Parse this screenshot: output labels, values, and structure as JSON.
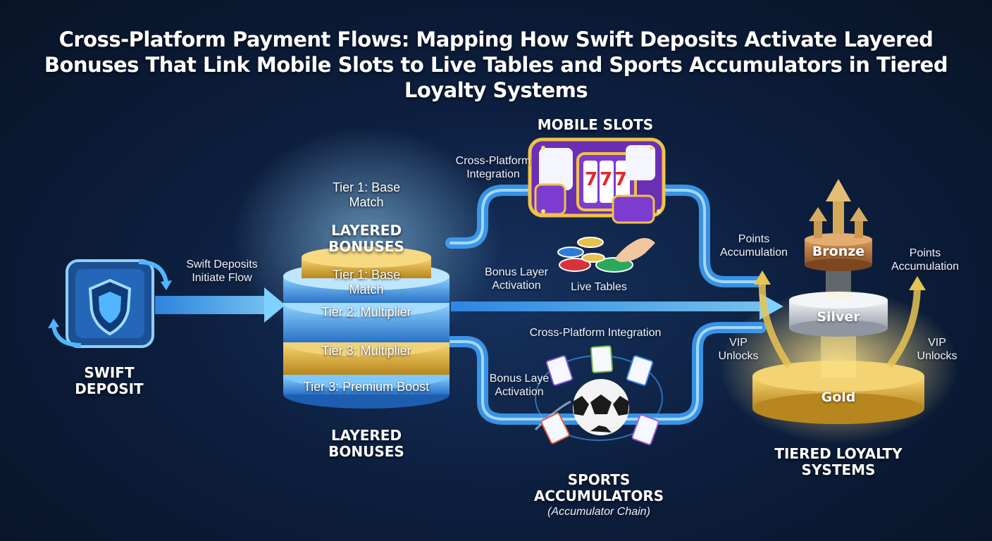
{
  "title": "Cross-Platform Payment Flows: Mapping How Swift Deposits Activate Layered Bonuses That Link Mobile Slots to Live Tables and Sports Accumulators in Tiered Loyalty Systems",
  "deposit": {
    "heading": "SWIFT DEPOSIT",
    "flow_label": "Swift Deposits Initiate Flow",
    "icon": "shield-icon"
  },
  "bonuses": {
    "heading_top": "LAYERED BONUSES",
    "heading_bottom": "LAYERED BONUSES",
    "tier_above": "Tier 1: Base Match",
    "layers": [
      {
        "label": "Tier 1: Base Match",
        "color": "#d8b248"
      },
      {
        "label": "Tier 2: Multiplier",
        "color": "#3f9fe4"
      },
      {
        "label": "Tier 3: Multiplier",
        "color": "#d8b248"
      },
      {
        "label": "Tier 3: Premium Boost",
        "color": "#3f9fe4"
      }
    ]
  },
  "slots": {
    "heading": "MOBILE SLOTS",
    "integration_label": "Cross-Platform Integration",
    "reel_digit": "7"
  },
  "live_tables": {
    "label": "Live Tables",
    "activation_label": "Bonus Layer Activation"
  },
  "sports": {
    "heading": "SPORTS ACCUMULATORS",
    "subheading": "(Accumulator Chain)",
    "integration_label": "Cross-Platform Integration",
    "activation_label": "Bonus Laye Activation"
  },
  "loyalty": {
    "heading": "TIERED LOYALTY SYSTEMS",
    "tiers": [
      {
        "name": "Bronze",
        "color": "#b8763a"
      },
      {
        "name": "Silver",
        "color": "#c9ced6"
      },
      {
        "name": "Gold",
        "color": "#e0b22c"
      }
    ],
    "points_left": "Points Accumulation",
    "points_right": "Points Accumulation",
    "vip_left": "VIP Unlocks",
    "vip_right": "VIP Unlocks"
  },
  "colors": {
    "flow_blue": "#4fb6ff",
    "gold": "#e0b22c",
    "background": "#0d1f3f"
  }
}
